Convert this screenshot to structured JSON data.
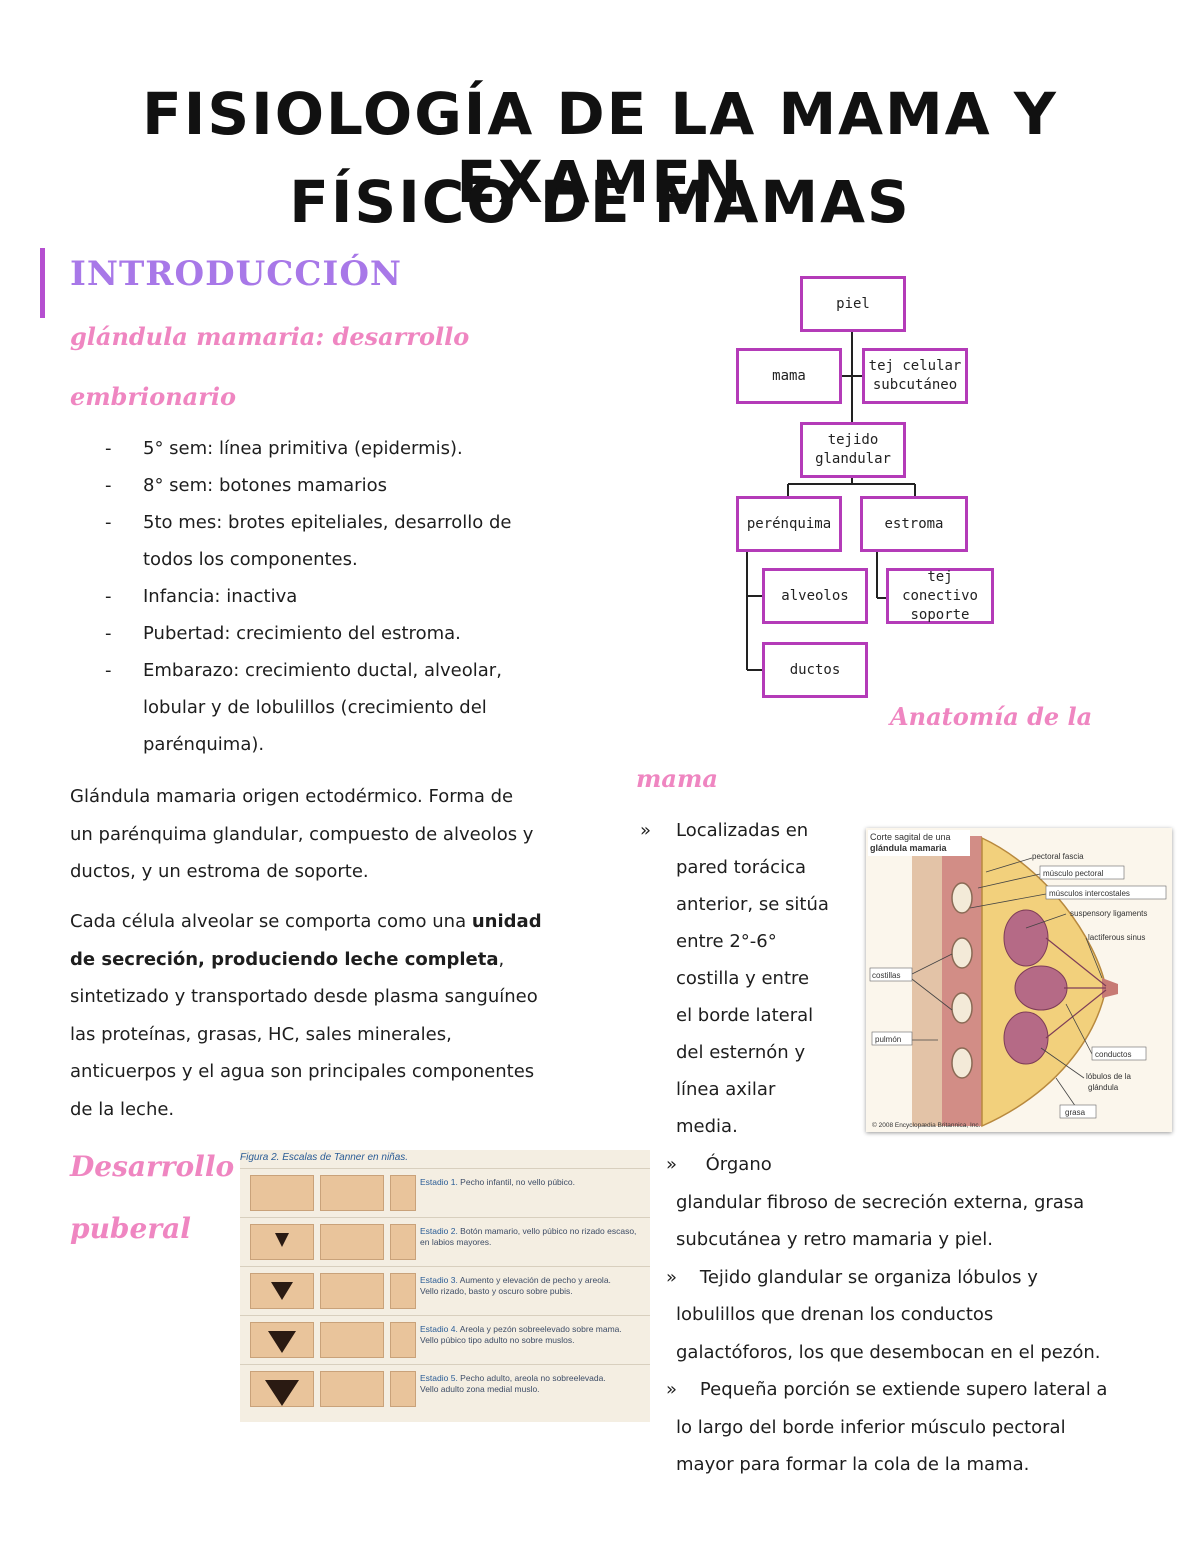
{
  "title": {
    "line1": "FISIOLOGÍA DE LA MAMA Y EXAMEN",
    "line2": "FÍSICO DE MAMAS"
  },
  "intro": {
    "heading": "INTRODUCCIÓN",
    "subheading_1": "glándula mamaria: desarrollo",
    "subheading_2": "embrionario",
    "bullets": [
      "5° sem: línea primitiva (epidermis).",
      "8° sem: botones mamarios",
      "5to mes: brotes epiteliales, desarrollo de",
      "todos los componentes.",
      "Infancia: inactiva",
      "Pubertad: crecimiento del estroma.",
      "Embarazo: crecimiento ductal, alveolar,",
      "lobular y de lobulillos (crecimiento del",
      "parénquima)."
    ],
    "para1": [
      "Glándula mamaria origen ectodérmico. Forma de",
      "un parénquima glandular, compuesto de alveolos y",
      "ductos, y un estroma de soporte."
    ],
    "para2_start": "Cada célula alveolar se comporta como una ",
    "para2_bold_1": "unidad",
    "para2_bold_2": "de secreción, produciendo leche completa",
    "para2_lines": [
      "sintetizado y transportado desde plasma sanguíneo",
      "las proteínas, grasas, HC, sales minerales,",
      "anticuerpos y el agua son principales componentes",
      "de la leche."
    ]
  },
  "flowchart": {
    "piel": "piel",
    "mama": "mama",
    "tej_celular": [
      "tej celular",
      "subcutáneo"
    ],
    "tejido_glandular": [
      "tejido",
      "glandular"
    ],
    "parenquima": "perénquima",
    "estroma": "estroma",
    "alveolos": "alveolos",
    "tej_conectivo": [
      "tej conectivo",
      "soporte"
    ],
    "ductos": "ductos"
  },
  "anatomia": {
    "heading_1": "Anatomía de la",
    "heading_2": "mama",
    "bullet_mark": "»",
    "bullet1_lines": [
      "Localizadas en",
      "pared torácica",
      "anterior, se sitúa",
      "entre 2°-6°",
      "costilla y entre",
      "el borde lateral",
      "del esternón y",
      "línea axilar",
      "media."
    ],
    "bullet2_lines": [
      "Órgano",
      "glandular fibroso de secreción externa, grasa",
      "subcutánea y retro mamaria y piel."
    ],
    "bullet3_lines": [
      "Tejido glandular se organiza lóbulos y",
      "lobulillos que drenan los conductos",
      "galactóforos, los que desembocan en el pezón."
    ],
    "bullet4_lines": [
      "Pequeña porción se extiende supero lateral a",
      "lo largo del borde inferior músculo pectoral",
      "mayor para formar la cola de la mama."
    ]
  },
  "breast_figure": {
    "caption": [
      "Corte sagital de una",
      "glándula mamaria"
    ],
    "labels": {
      "pectoral_fascia": "pectoral fascia",
      "musculo_pectoral": "músculo pectoral",
      "musculos_intercostales": "músculos intercostales",
      "suspensory": "suspensory ligaments",
      "lactiferous": "lactiferous sinus",
      "costillas": "costillas",
      "pulmon": "pulmón",
      "conductos": "conductos",
      "lobulos": [
        "lóbulos de la",
        "glándula"
      ],
      "grasa": "grasa",
      "copyright": "© 2008 Encyclopædia Britannica, Inc."
    }
  },
  "puberal": {
    "heading_1": "Desarrollo",
    "heading_2": "puberal"
  },
  "tanner_figure": {
    "caption": "Figura 2. Escalas de Tanner en niñas.",
    "stages": [
      {
        "label": "Estadio 1.",
        "text": [
          "Pecho infantil, no vello púbico."
        ]
      },
      {
        "label": "Estadio 2.",
        "text": [
          "Botón mamario, vello púbico no rizado escaso,",
          "en labios mayores."
        ]
      },
      {
        "label": "Estadio 3.",
        "text": [
          "Aumento y elevación de pecho y areola.",
          "Vello rizado, basto y oscuro sobre pubis."
        ]
      },
      {
        "label": "Estadio 4.",
        "text": [
          "Areola y pezón sobreelevado sobre mama.",
          "Vello púbico tipo adulto no sobre muslos."
        ]
      },
      {
        "label": "Estadio 5.",
        "text": [
          "Pecho adulto, areola no sobreelevada.",
          "Vello adulto zona medial muslo."
        ]
      }
    ]
  },
  "colors": {
    "purple_heading": "#a878e8",
    "pink_heading": "#ef86c1",
    "box_border": "#b43bb8",
    "accent_bar": "#b54fd0"
  }
}
